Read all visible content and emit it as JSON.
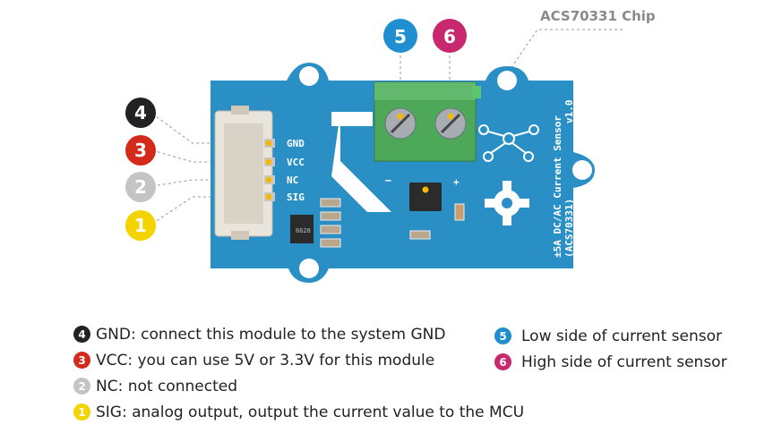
{
  "chip_label": "ACS70331 Chip",
  "board": {
    "pins": [
      "GND",
      "VCC",
      "NC",
      "SIG"
    ],
    "silkscreen": [
      "±5A DC/AC Current Sensor",
      "(ACS70331)",
      "v1.0"
    ],
    "terminal_minus": "–",
    "terminal_plus": "+",
    "ic_marking": "6628"
  },
  "callouts": [
    {
      "num": "4",
      "color": "#222222"
    },
    {
      "num": "3",
      "color": "#d42a1c"
    },
    {
      "num": "2",
      "color": "#c4c4c4"
    },
    {
      "num": "1",
      "color": "#f3d400"
    },
    {
      "num": "5",
      "color": "#1f8fd0"
    },
    {
      "num": "6",
      "color": "#c8286e"
    }
  ],
  "legend_left": [
    {
      "num": "4",
      "color": "#222222",
      "text": "GND: connect this module to the system GND"
    },
    {
      "num": "3",
      "color": "#d42a1c",
      "text": "VCC: you can use 5V or 3.3V for this module"
    },
    {
      "num": "2",
      "color": "#c4c4c4",
      "text": "NC: not connected"
    },
    {
      "num": "1",
      "color": "#f3d400",
      "text": "SIG: analog output, output the current value to the MCU"
    }
  ],
  "legend_right": [
    {
      "num": "5",
      "color": "#1f8fd0",
      "text": "Low side of current sensor"
    },
    {
      "num": "6",
      "color": "#c8286e",
      "text": "High side of current sensor"
    }
  ]
}
